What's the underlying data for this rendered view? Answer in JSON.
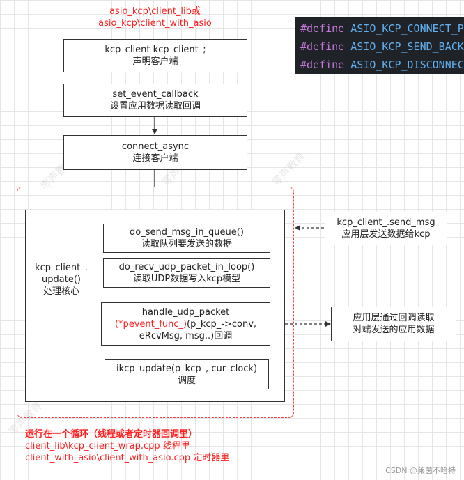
{
  "header_note": {
    "line1": "asio_kcp\\client_lib或",
    "line2": "asio_kcp\\client_with_asio"
  },
  "boxes": {
    "declare": {
      "line1": "kcp_client kcp_client_;",
      "line2": "声明客户端"
    },
    "set_callback": {
      "line1": "set_event_callback",
      "line2": "设置应用数据读取回调"
    },
    "connect": {
      "line1": "connect_async",
      "line2": "连接客户端"
    },
    "core_label": {
      "line1": "kcp_client_.",
      "line2": "update()",
      "line3": "处理核心"
    },
    "send_queue": {
      "line1": "do_send_msg_in_queue()",
      "line2": "读取队列要发送的数据"
    },
    "recv_loop": {
      "line1": "do_recv_udp_packet_in_loop()",
      "line2": "读取UDP数据写入kcp模型"
    },
    "handle": {
      "line1": "handle_udp_packet",
      "line2_red": "(*pevent_func_)",
      "line2_rest": "(p_kcp_->conv,",
      "line3": "eRcvMsg, msg..)回调"
    },
    "ikcp_update": {
      "line1": "ikcp_update(p_kcp_, cur_clock)",
      "line2": "调度"
    },
    "send_msg": {
      "line1": "kcp_client_.send_msg",
      "line2": "应用层发送数据给kcp"
    },
    "app_read": {
      "line1": "应用层通过回调读取",
      "line2": "对端发送的应用数据"
    }
  },
  "code_lines": [
    {
      "kw": "#define",
      "macro": "ASIO_KCP_CONNECT_PACKET"
    },
    {
      "kw": "#define",
      "macro": "ASIO_KCP_SEND_BACK_CONNECT_PACKET"
    },
    {
      "kw": "#define",
      "macro": "ASIO_KCP_DISCONNECT_PACKET"
    }
  ],
  "loop_note": {
    "line1": "运行在一个循环（线程或者定时器回调里）",
    "line2": "client_lib\\kcp_client_wrap.cpp 线程里",
    "line3": "client_with_asio\\client_with_asio.cpp 定时器里"
  },
  "watermark": "零声教育",
  "footer": "CSDN @莱茵不哈特",
  "colors": {
    "accent_red": "#ff2020",
    "code_bg": "#1f2227",
    "code_keyword": "#c678dd",
    "code_macro": "#61afef"
  }
}
